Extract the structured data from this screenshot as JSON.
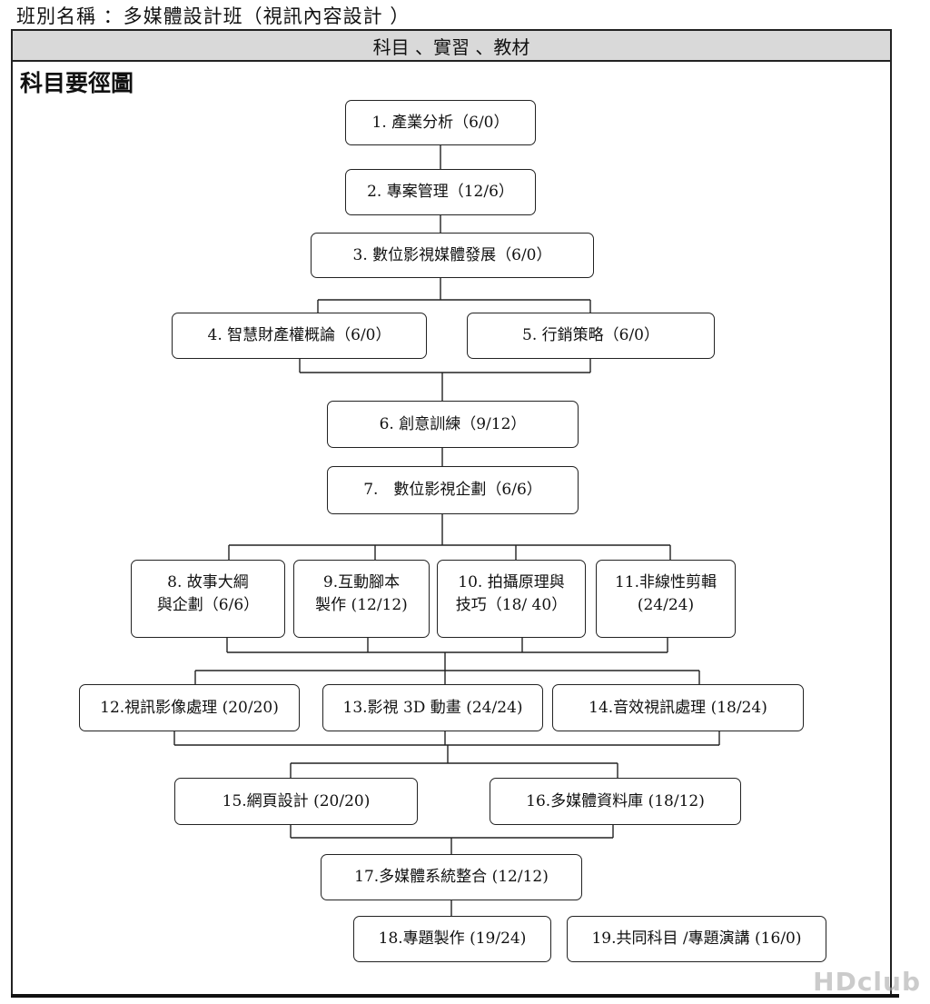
{
  "class_name": "班別名稱 ：多媒體設計班（視訊內容設計 ）",
  "header": "科目 、實習 、教材",
  "section_title": "科目要徑圖",
  "nodes": [
    {
      "id": "n1",
      "label": "1. 產業分析（6/0）"
    },
    {
      "id": "n2",
      "label": "2. 專案管理（12/6）"
    },
    {
      "id": "n3",
      "label": "3. 數位影視媒體發展（6/0）"
    },
    {
      "id": "n4",
      "label": "4. 智慧財產權概論（6/0）"
    },
    {
      "id": "n5",
      "label": "5. 行銷策略（6/0）"
    },
    {
      "id": "n6",
      "label": "6. 創意訓練（9/12）"
    },
    {
      "id": "n7",
      "label": "7.　數位影視企劃（6/6）"
    },
    {
      "id": "n8",
      "label": "8. 故事大綱\n與企劃（6/6）"
    },
    {
      "id": "n9",
      "label": "9.互動腳本\n製作 (12/12)"
    },
    {
      "id": "n10",
      "label": "10. 拍攝原理與\n技巧（18/ 40）"
    },
    {
      "id": "n11",
      "label": "11.非線性剪輯\n(24/24)"
    },
    {
      "id": "n12",
      "label": "12.視訊影像處理 (20/20)"
    },
    {
      "id": "n13",
      "label": "13.影視 3D 動畫 (24/24)"
    },
    {
      "id": "n14",
      "label": "14.音效視訊處理 (18/24)"
    },
    {
      "id": "n15",
      "label": "15.網頁設計 (20/20)"
    },
    {
      "id": "n16",
      "label": "16.多媒體資料庫 (18/12)"
    },
    {
      "id": "n17",
      "label": "17.多媒體系統整合 (12/12)"
    },
    {
      "id": "n18",
      "label": "18.專題製作 (19/24)"
    },
    {
      "id": "n19",
      "label": "19.共同科目 /專題演講 (16/0)"
    }
  ],
  "watermark": "HDclub"
}
